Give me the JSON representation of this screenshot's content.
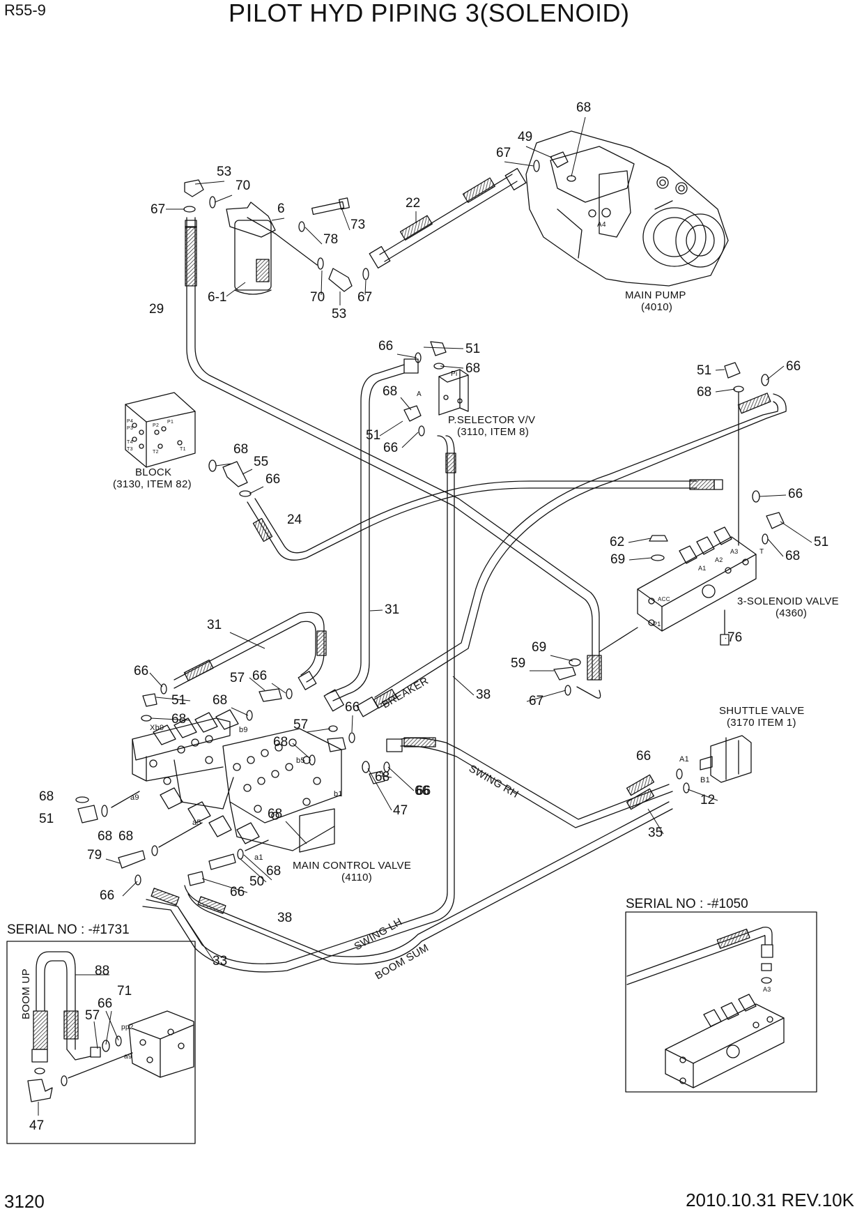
{
  "header": {
    "model": "R55-9",
    "title": "PILOT HYD PIPING 3(SOLENOID)"
  },
  "footer": {
    "page_number": "3120",
    "revision": "2010.10.31  REV.10K"
  },
  "components": {
    "main_pump": {
      "name": "MAIN PUMP",
      "ref": "(4010)",
      "port": "A4"
    },
    "p_selector": {
      "name": "P.SELECTOR V/V",
      "ref": "(3110, ITEM 8)",
      "port_pi": "Pi",
      "port_a": "A"
    },
    "block": {
      "name": "BLOCK",
      "ref": "(3130, ITEM 82)",
      "ports": [
        "P4",
        "P3",
        "P2",
        "P1",
        "T4",
        "T3",
        "T2",
        "T1"
      ]
    },
    "solenoid_valve": {
      "name": "3-SOLENOID VALVE",
      "ref": "(4360)",
      "ports": [
        "A1",
        "A2",
        "A3",
        "T",
        "ACC",
        "P1"
      ]
    },
    "shuttle_valve": {
      "name": "SHUTTLE VALVE",
      "ref": "(3170 ITEM 1)",
      "ports": [
        "A1",
        "B1"
      ]
    },
    "main_control_valve": {
      "name": "MAIN CONTROL VALVE",
      "ref": "(4110)",
      "ports": [
        "Xb9",
        "b9",
        "b5",
        "b1",
        "a9",
        "a5",
        "a1"
      ]
    }
  },
  "line_labels": [
    "BREAKER",
    "SWING  RH",
    "SWING  LH",
    "BOOM SUM",
    "BOOM UP"
  ],
  "insets": {
    "left": {
      "serial": "SERIAL NO : -#1731",
      "port": "pp2",
      "port2": "a9"
    },
    "right": {
      "serial": "SERIAL NO : -#1050",
      "port": "A3"
    }
  },
  "part_numbers": [
    "68",
    "49",
    "67",
    "53",
    "70",
    "67",
    "6",
    "22",
    "73",
    "78",
    "6-1",
    "70",
    "67",
    "53",
    "29",
    "66",
    "51",
    "68",
    "68",
    "51",
    "66",
    "51",
    "66",
    "68",
    "68",
    "55",
    "66",
    "24",
    "66",
    "51",
    "68",
    "62",
    "69",
    "76",
    "31",
    "31",
    "38",
    "69",
    "59",
    "67",
    "66",
    "51",
    "68",
    "57",
    "66",
    "68",
    "68",
    "57",
    "66",
    "68",
    "66",
    "47",
    "68",
    "66",
    "68",
    "51",
    "68",
    "68",
    "79",
    "50",
    "68",
    "66",
    "66",
    "66",
    "12",
    "35",
    "38",
    "33",
    "88",
    "66",
    "71",
    "57",
    "47"
  ],
  "colors": {
    "ink": "#111111",
    "paper": "#ffffff",
    "hatch": "#333333"
  }
}
